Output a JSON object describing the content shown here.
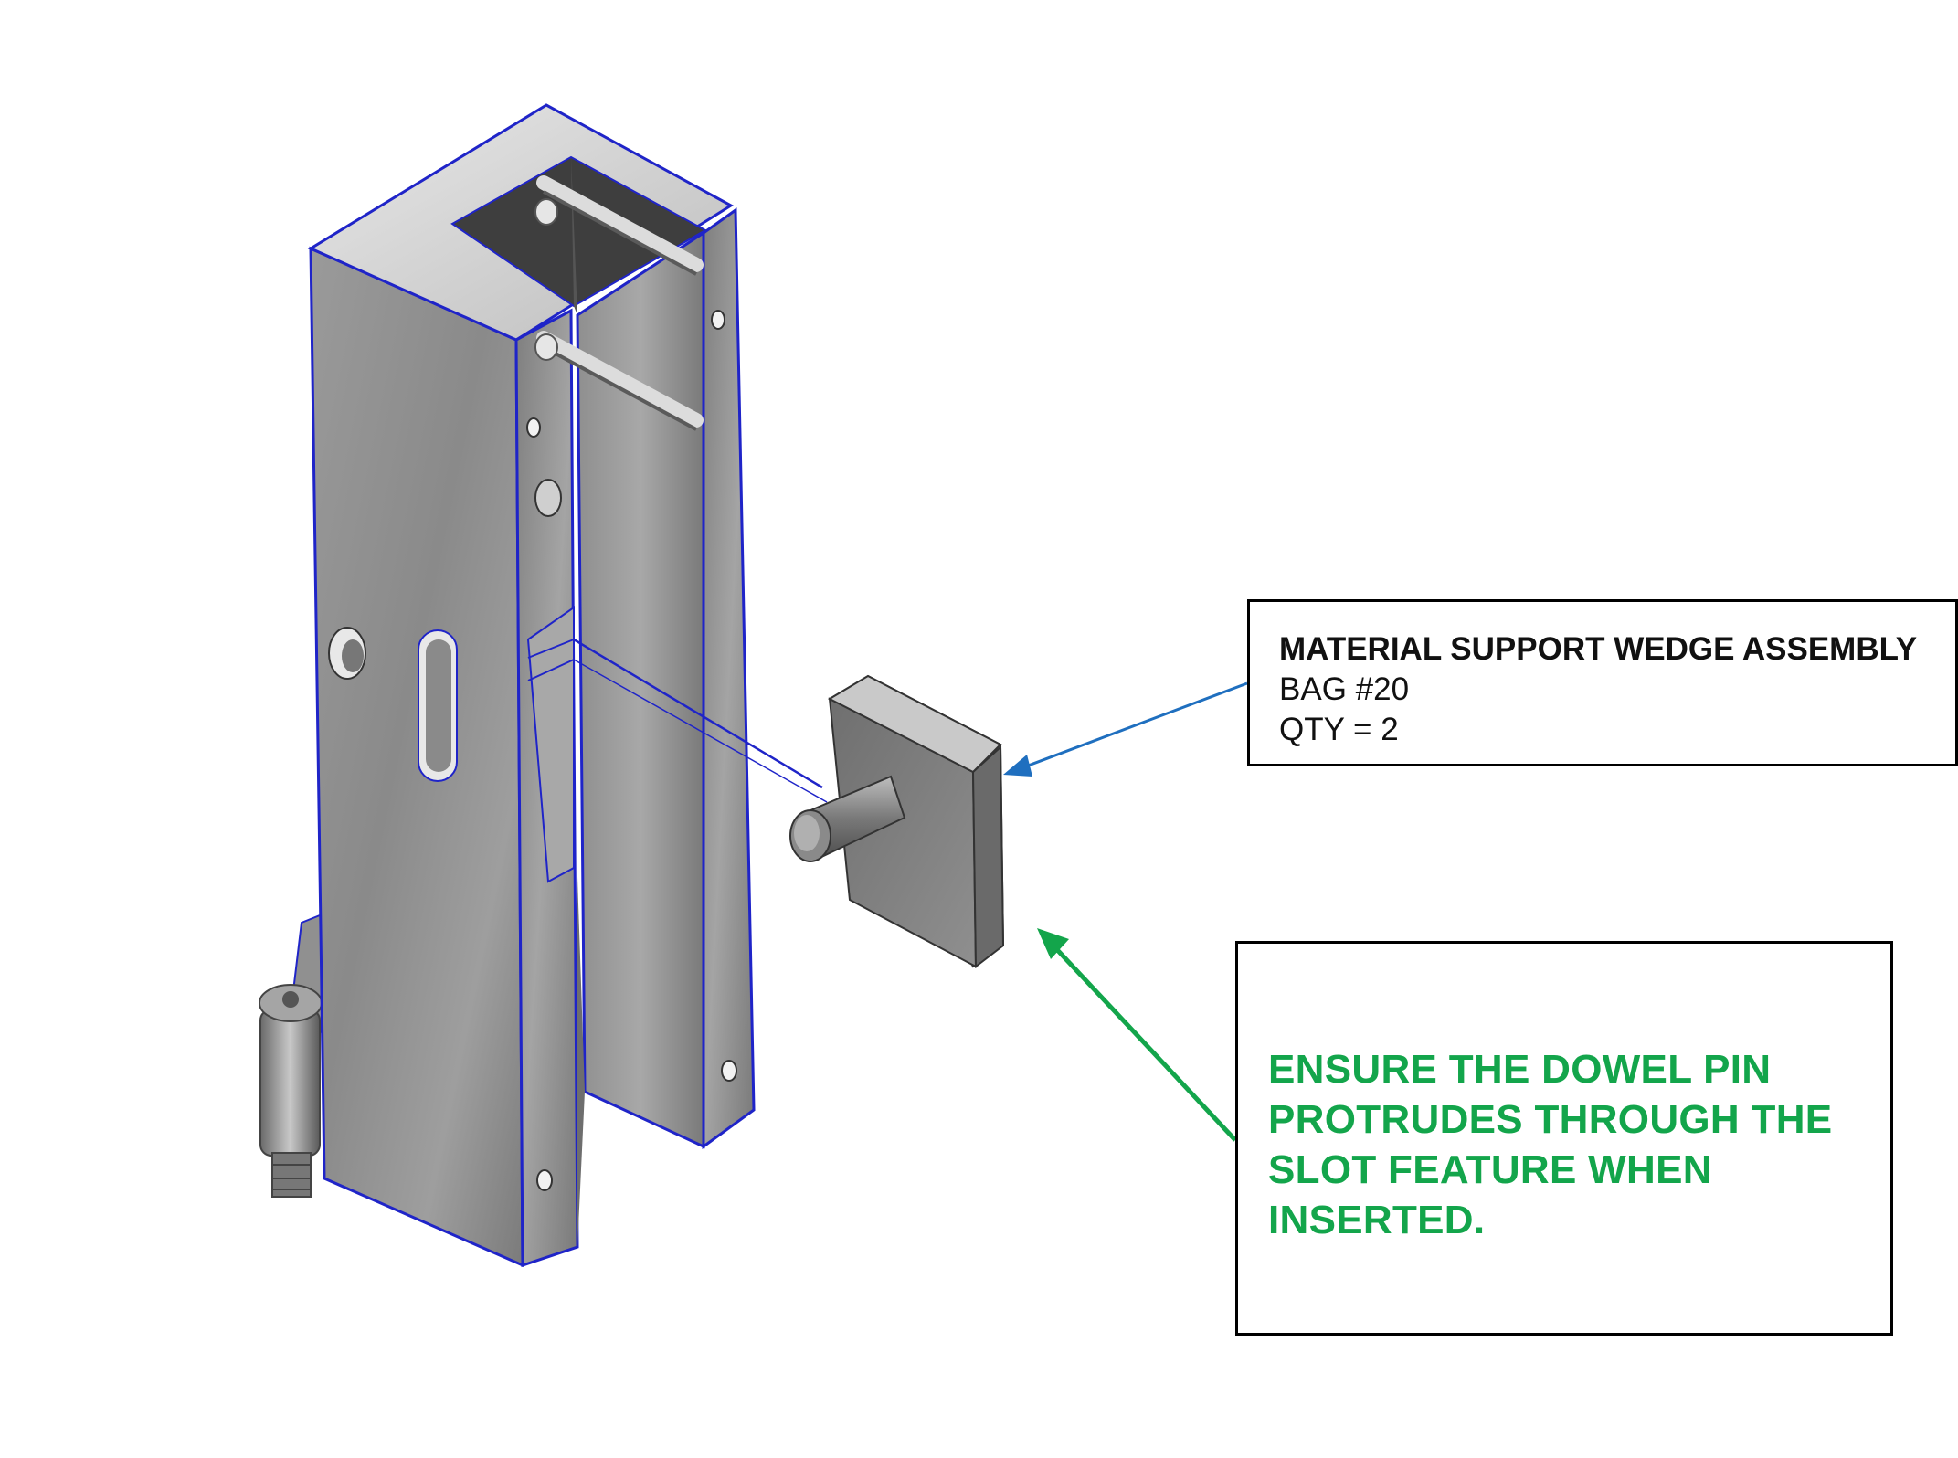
{
  "part_callout": {
    "title": "MATERIAL SUPPORT WEDGE ASSEMBLY",
    "bag": "BAG #20",
    "qty": "QTY = 2"
  },
  "note_callout": {
    "lines": [
      "ENSURE THE DOWEL PIN",
      "PROTRUDES THROUGH THE",
      "SLOT FEATURE WHEN",
      "INSERTED."
    ]
  },
  "colors": {
    "part_edge": "#1f24c8",
    "part_body": "#8e8e8e",
    "part_callout_arrow": "#1f6fbf",
    "note_arrow": "#13a54b",
    "note_text": "#13a54b"
  },
  "icons": {
    "bracket": "upright-bracket-illustration",
    "wedge": "support-wedge-illustration",
    "screw": "shoulder-screw-illustration"
  }
}
